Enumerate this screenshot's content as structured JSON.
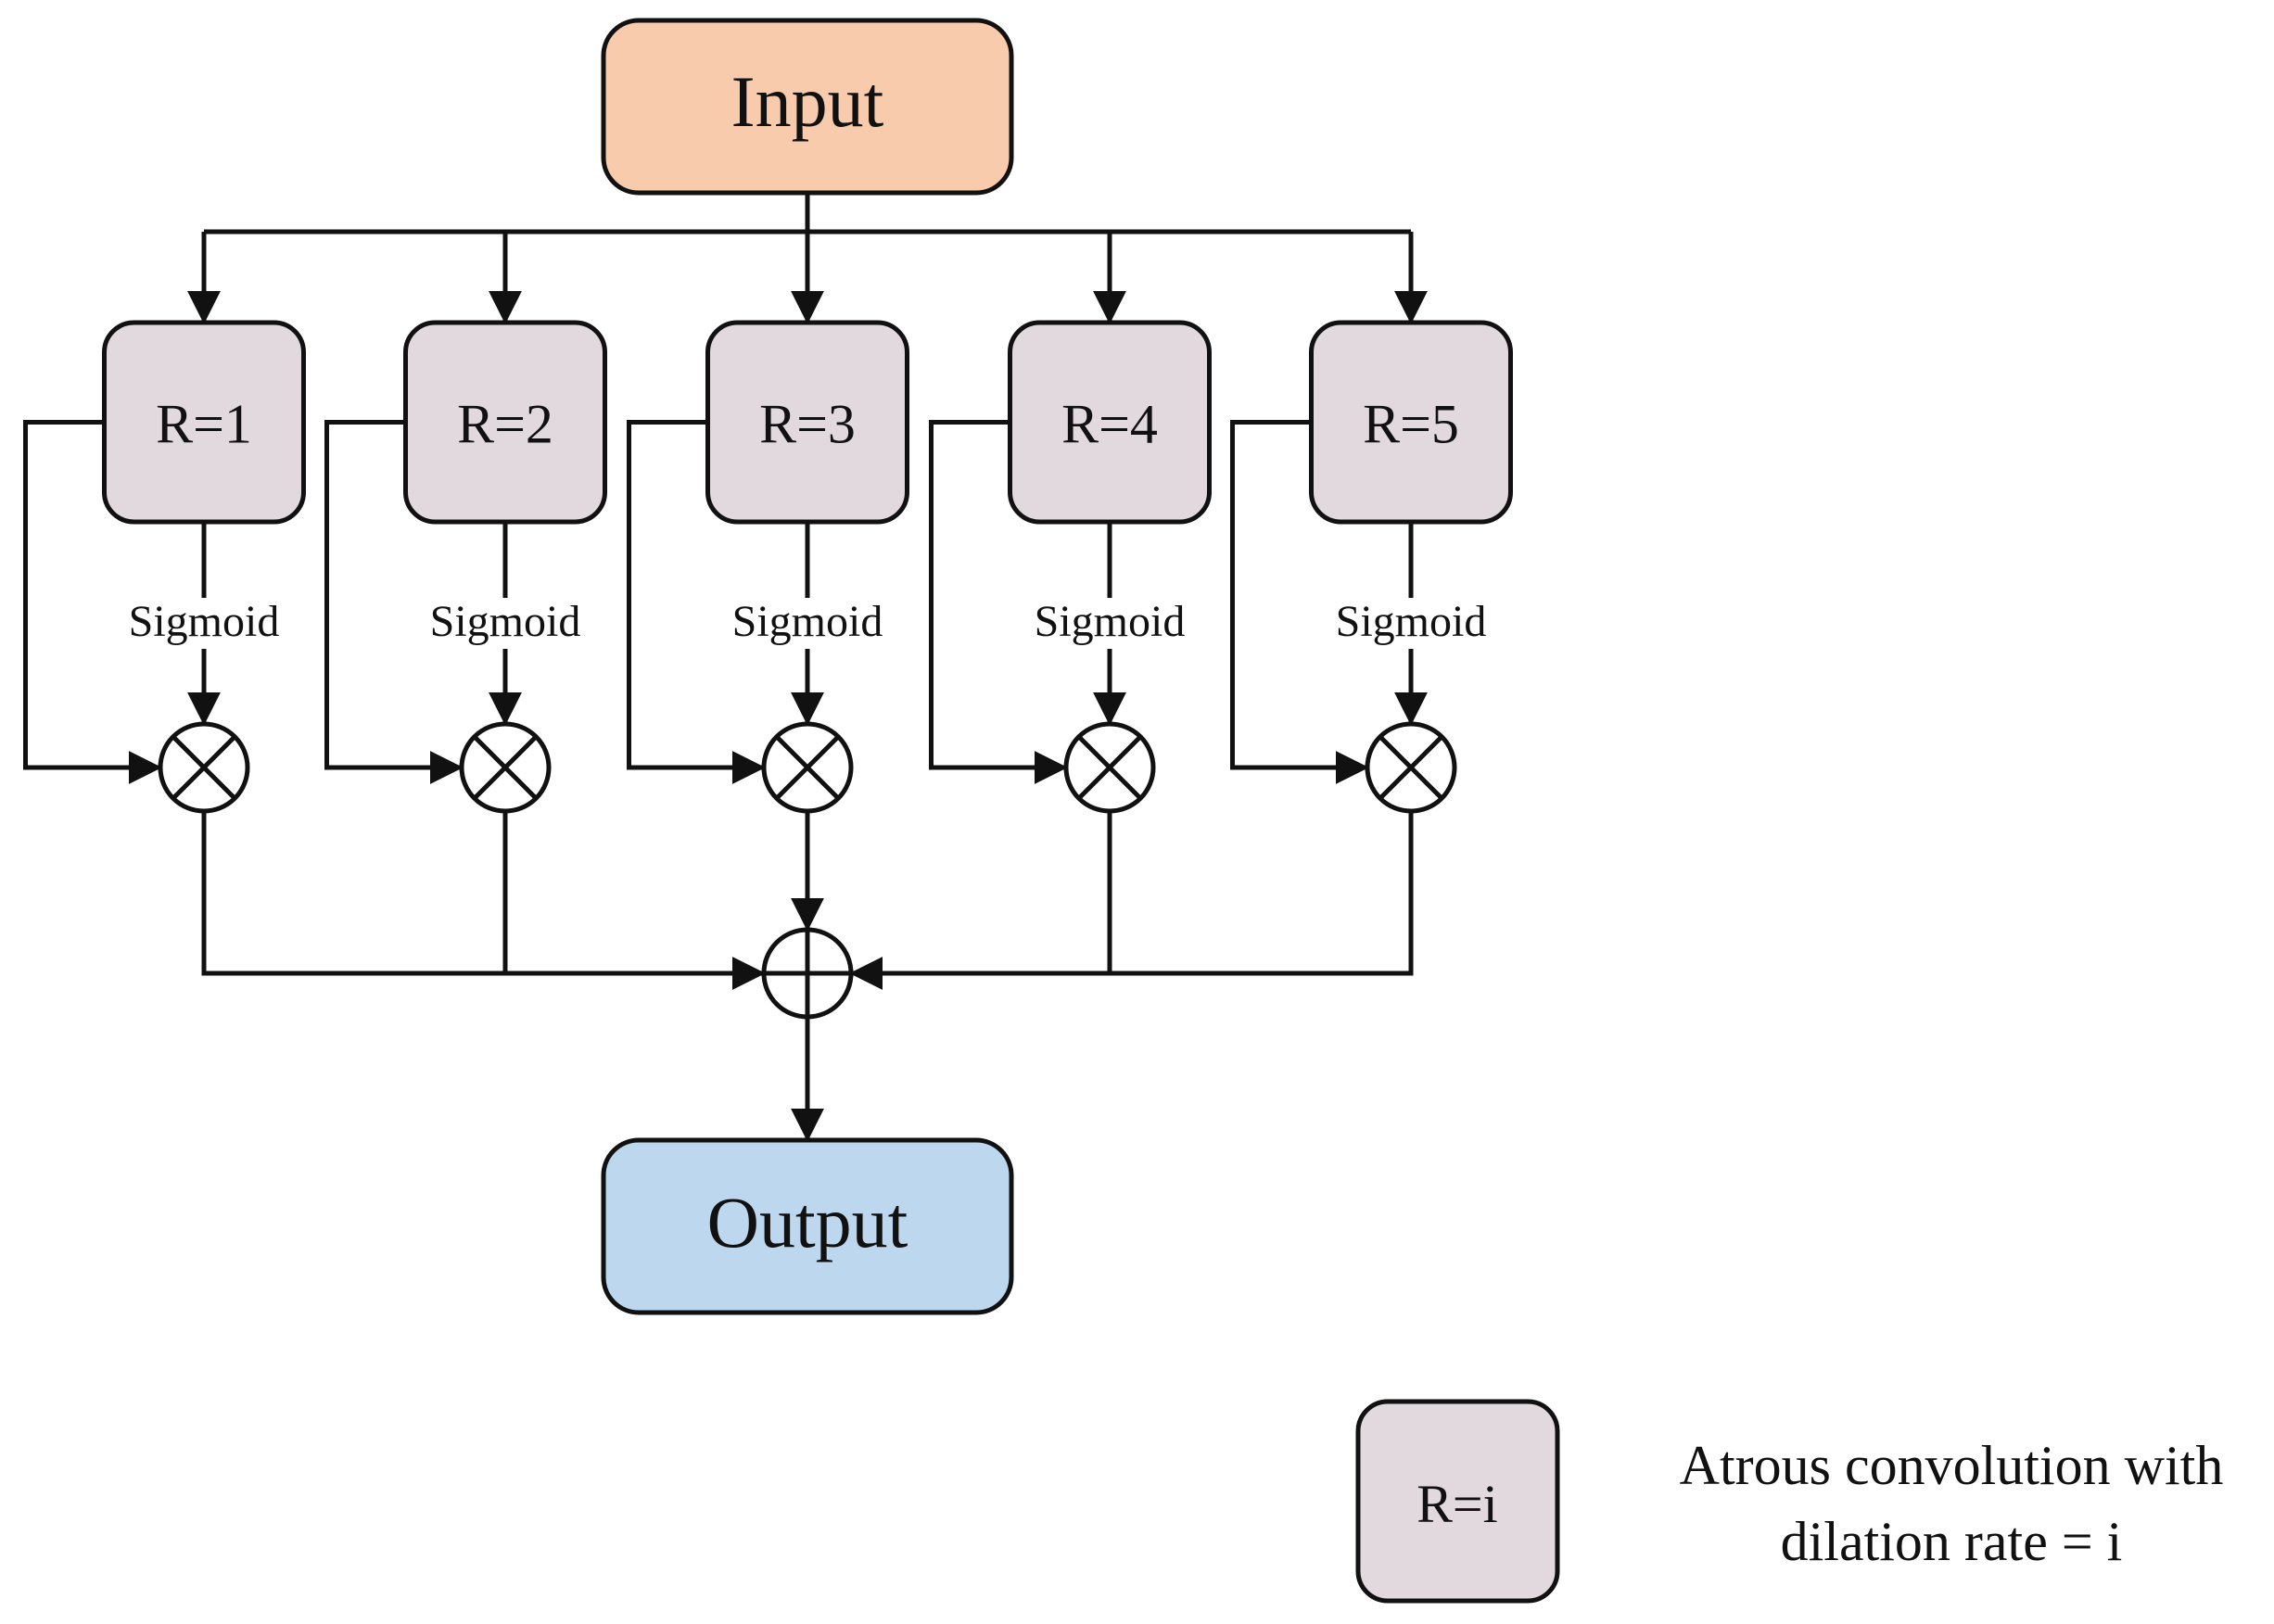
{
  "input_label": "Input",
  "output_label": "Output",
  "branches": [
    {
      "rate_label": "R=1",
      "activation_label": "Sigmoid"
    },
    {
      "rate_label": "R=2",
      "activation_label": "Sigmoid"
    },
    {
      "rate_label": "R=3",
      "activation_label": "Sigmoid"
    },
    {
      "rate_label": "R=4",
      "activation_label": "Sigmoid"
    },
    {
      "rate_label": "R=5",
      "activation_label": "Sigmoid"
    }
  ],
  "legend": {
    "symbol_label": "R=i",
    "description_line1": "Atrous convolution with",
    "description_line2": "dilation rate = i"
  },
  "colors": {
    "input_fill": "#f8cbad",
    "output_fill": "#bdd7ee",
    "branch_fill": "#e2d9de",
    "stroke": "#111111"
  }
}
